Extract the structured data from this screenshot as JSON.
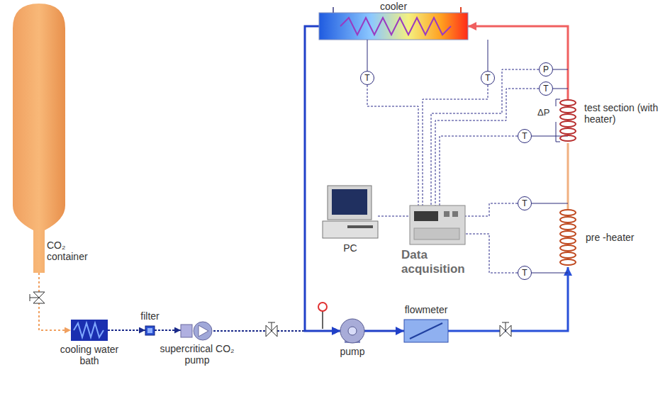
{
  "diagram": {
    "nodes": [
      {
        "text": [
          "cooler"
        ]
      },
      {
        "text": [
          "T"
        ]
      },
      {
        "text": [
          "T"
        ]
      },
      {
        "text": [
          "P"
        ]
      },
      {
        "text": [
          "T"
        ]
      },
      {
        "text": [
          "test section (with heater)"
        ]
      },
      {
        "text": [
          "T"
        ]
      },
      {
        "text": [
          "CO₂ container"
        ]
      },
      {
        "text": [
          "T"
        ]
      },
      {
        "text": [
          "pre -heater"
        ]
      },
      {
        "text": [
          "PC"
        ]
      },
      {
        "text": [
          "Data acquisition"
        ]
      },
      {
        "text": [
          "T"
        ]
      },
      {
        "text": [
          "cooling water bath"
        ]
      },
      {
        "text": [
          "filter"
        ]
      },
      {
        "text": [
          "supercritical CO₂ pump"
        ]
      },
      {
        "text": [
          "pump"
        ]
      },
      {
        "text": [
          "flowmeter"
        ]
      }
    ],
    "edges": [
      {
        "from": 7,
        "to": 13,
        "arrow": "to"
      },
      {
        "from": 13,
        "to": 14,
        "arrow": "to"
      },
      {
        "from": 14,
        "to": 15,
        "arrow": "to"
      },
      {
        "from": 15,
        "to": 16,
        "arrow": "to"
      },
      {
        "from": 16,
        "to": 17,
        "arrow": "to"
      },
      {
        "from": 17,
        "to": 9,
        "arrow": "to"
      },
      {
        "from": 9,
        "to": 5,
        "arrow": "none"
      },
      {
        "from": 5,
        "to": 0,
        "arrow": "to"
      },
      {
        "from": 0,
        "to": 16,
        "arrow": "to"
      },
      {
        "from": 1,
        "to": 11,
        "arrow": "none"
      },
      {
        "from": 2,
        "to": 11,
        "arrow": "none"
      },
      {
        "from": 3,
        "to": 11,
        "arrow": "none"
      },
      {
        "from": 4,
        "to": 11,
        "arrow": "none"
      },
      {
        "from": 6,
        "to": 11,
        "arrow": "none"
      },
      {
        "from": 8,
        "to": 11,
        "arrow": "none"
      },
      {
        "from": 12,
        "to": 11,
        "arrow": "none"
      },
      {
        "from": 10,
        "to": 11,
        "arrow": "none"
      }
    ],
    "labels": [
      "ΔP"
    ]
  }
}
